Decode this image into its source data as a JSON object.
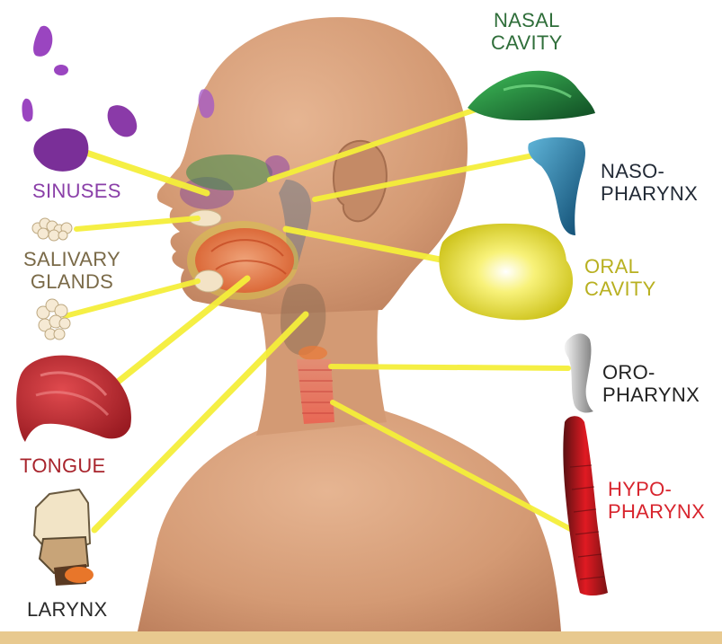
{
  "labels": {
    "sinuses": "SINUSES",
    "salivary_glands": "SALIVARY\nGLANDS",
    "tongue": "TONGUE",
    "larynx": "LARYNX",
    "nasal_cavity": "NASAL\nCAVITY",
    "nasopharynx": "NASO-\nPHARYNX",
    "oral_cavity": "ORAL\nCAVITY",
    "oropharynx": "ORO-\nPHARYNX",
    "hypopharynx": "HYPO-\nPHARYNX"
  },
  "colors": {
    "sinuses": "#8a3fa8",
    "salivary_glands": "#7a6a48",
    "tongue": "#a8242c",
    "larynx": "#2a2a2a",
    "nasal_cavity": "#2f6e3a",
    "nasopharynx": "#222a36",
    "oral_cavity": "#b8b020",
    "oropharynx": "#222222",
    "hypopharynx": "#d8252e",
    "pointer_line": "#f5ef3a",
    "bottom_bar": "#e8c98f",
    "skin": "#d9a07a"
  }
}
